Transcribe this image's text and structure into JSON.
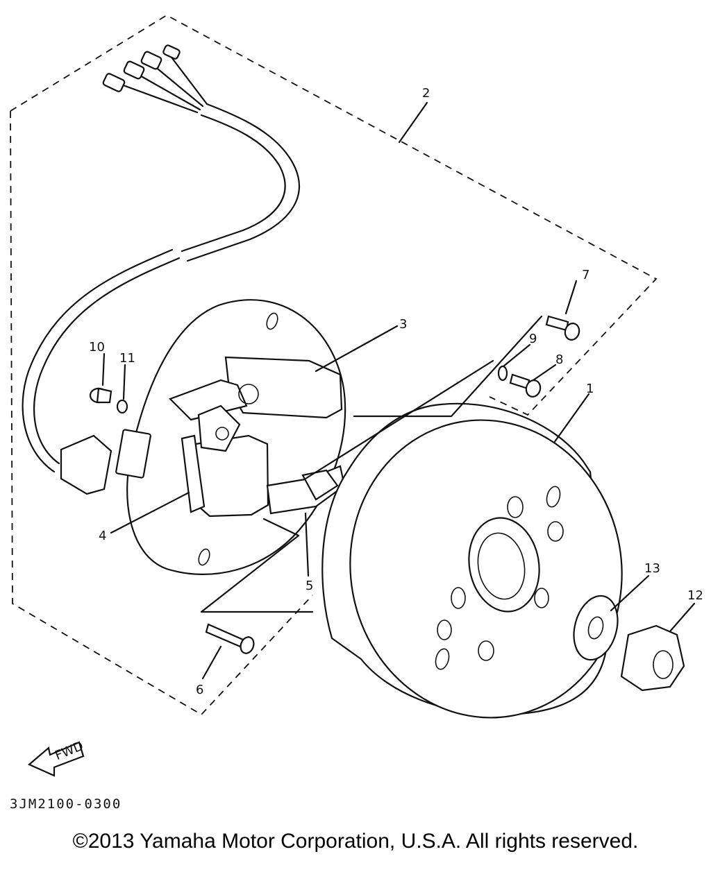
{
  "diagram": {
    "part_labels": {
      "p1": "1",
      "p2": "2",
      "p3": "3",
      "p4": "4",
      "p5": "5",
      "p6": "6",
      "p7": "7",
      "p8": "8",
      "p9": "9",
      "p10": "10",
      "p11": "11",
      "p12": "12",
      "p13": "13"
    },
    "fwd_label": "FWD",
    "drawing_code": "3JM2100-0300"
  },
  "footer": {
    "copyright": "©2013 Yamaha Motor Corporation, U.S.A. All rights reserved."
  }
}
